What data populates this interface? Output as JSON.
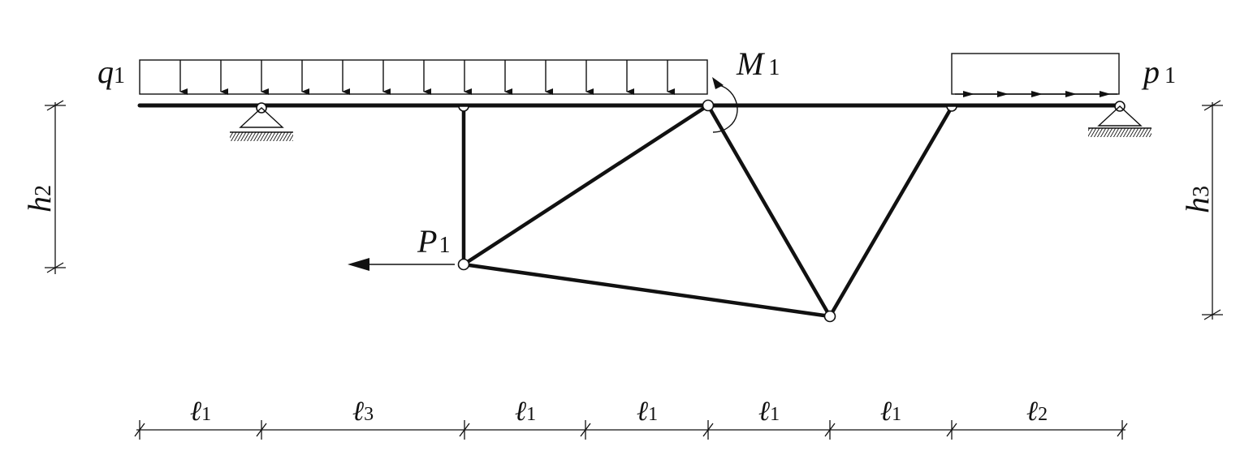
{
  "labels": {
    "q1": {
      "main": "q",
      "sub": "1"
    },
    "M1": {
      "main": "M",
      "sub": "1"
    },
    "p1": {
      "main": "p",
      "sub": "1"
    },
    "P1": {
      "main": "P",
      "sub": "1"
    },
    "h2": {
      "main": "h",
      "sub": "2"
    },
    "h3": {
      "main": "h",
      "sub": "3"
    }
  },
  "dimensions": [
    {
      "main": "ℓ",
      "sub": "1"
    },
    {
      "main": "ℓ",
      "sub": "3"
    },
    {
      "main": "ℓ",
      "sub": "1"
    },
    {
      "main": "ℓ",
      "sub": "1"
    },
    {
      "main": "ℓ",
      "sub": "1"
    },
    {
      "main": "ℓ",
      "sub": "1"
    },
    {
      "main": "ℓ",
      "sub": "2"
    }
  ]
}
